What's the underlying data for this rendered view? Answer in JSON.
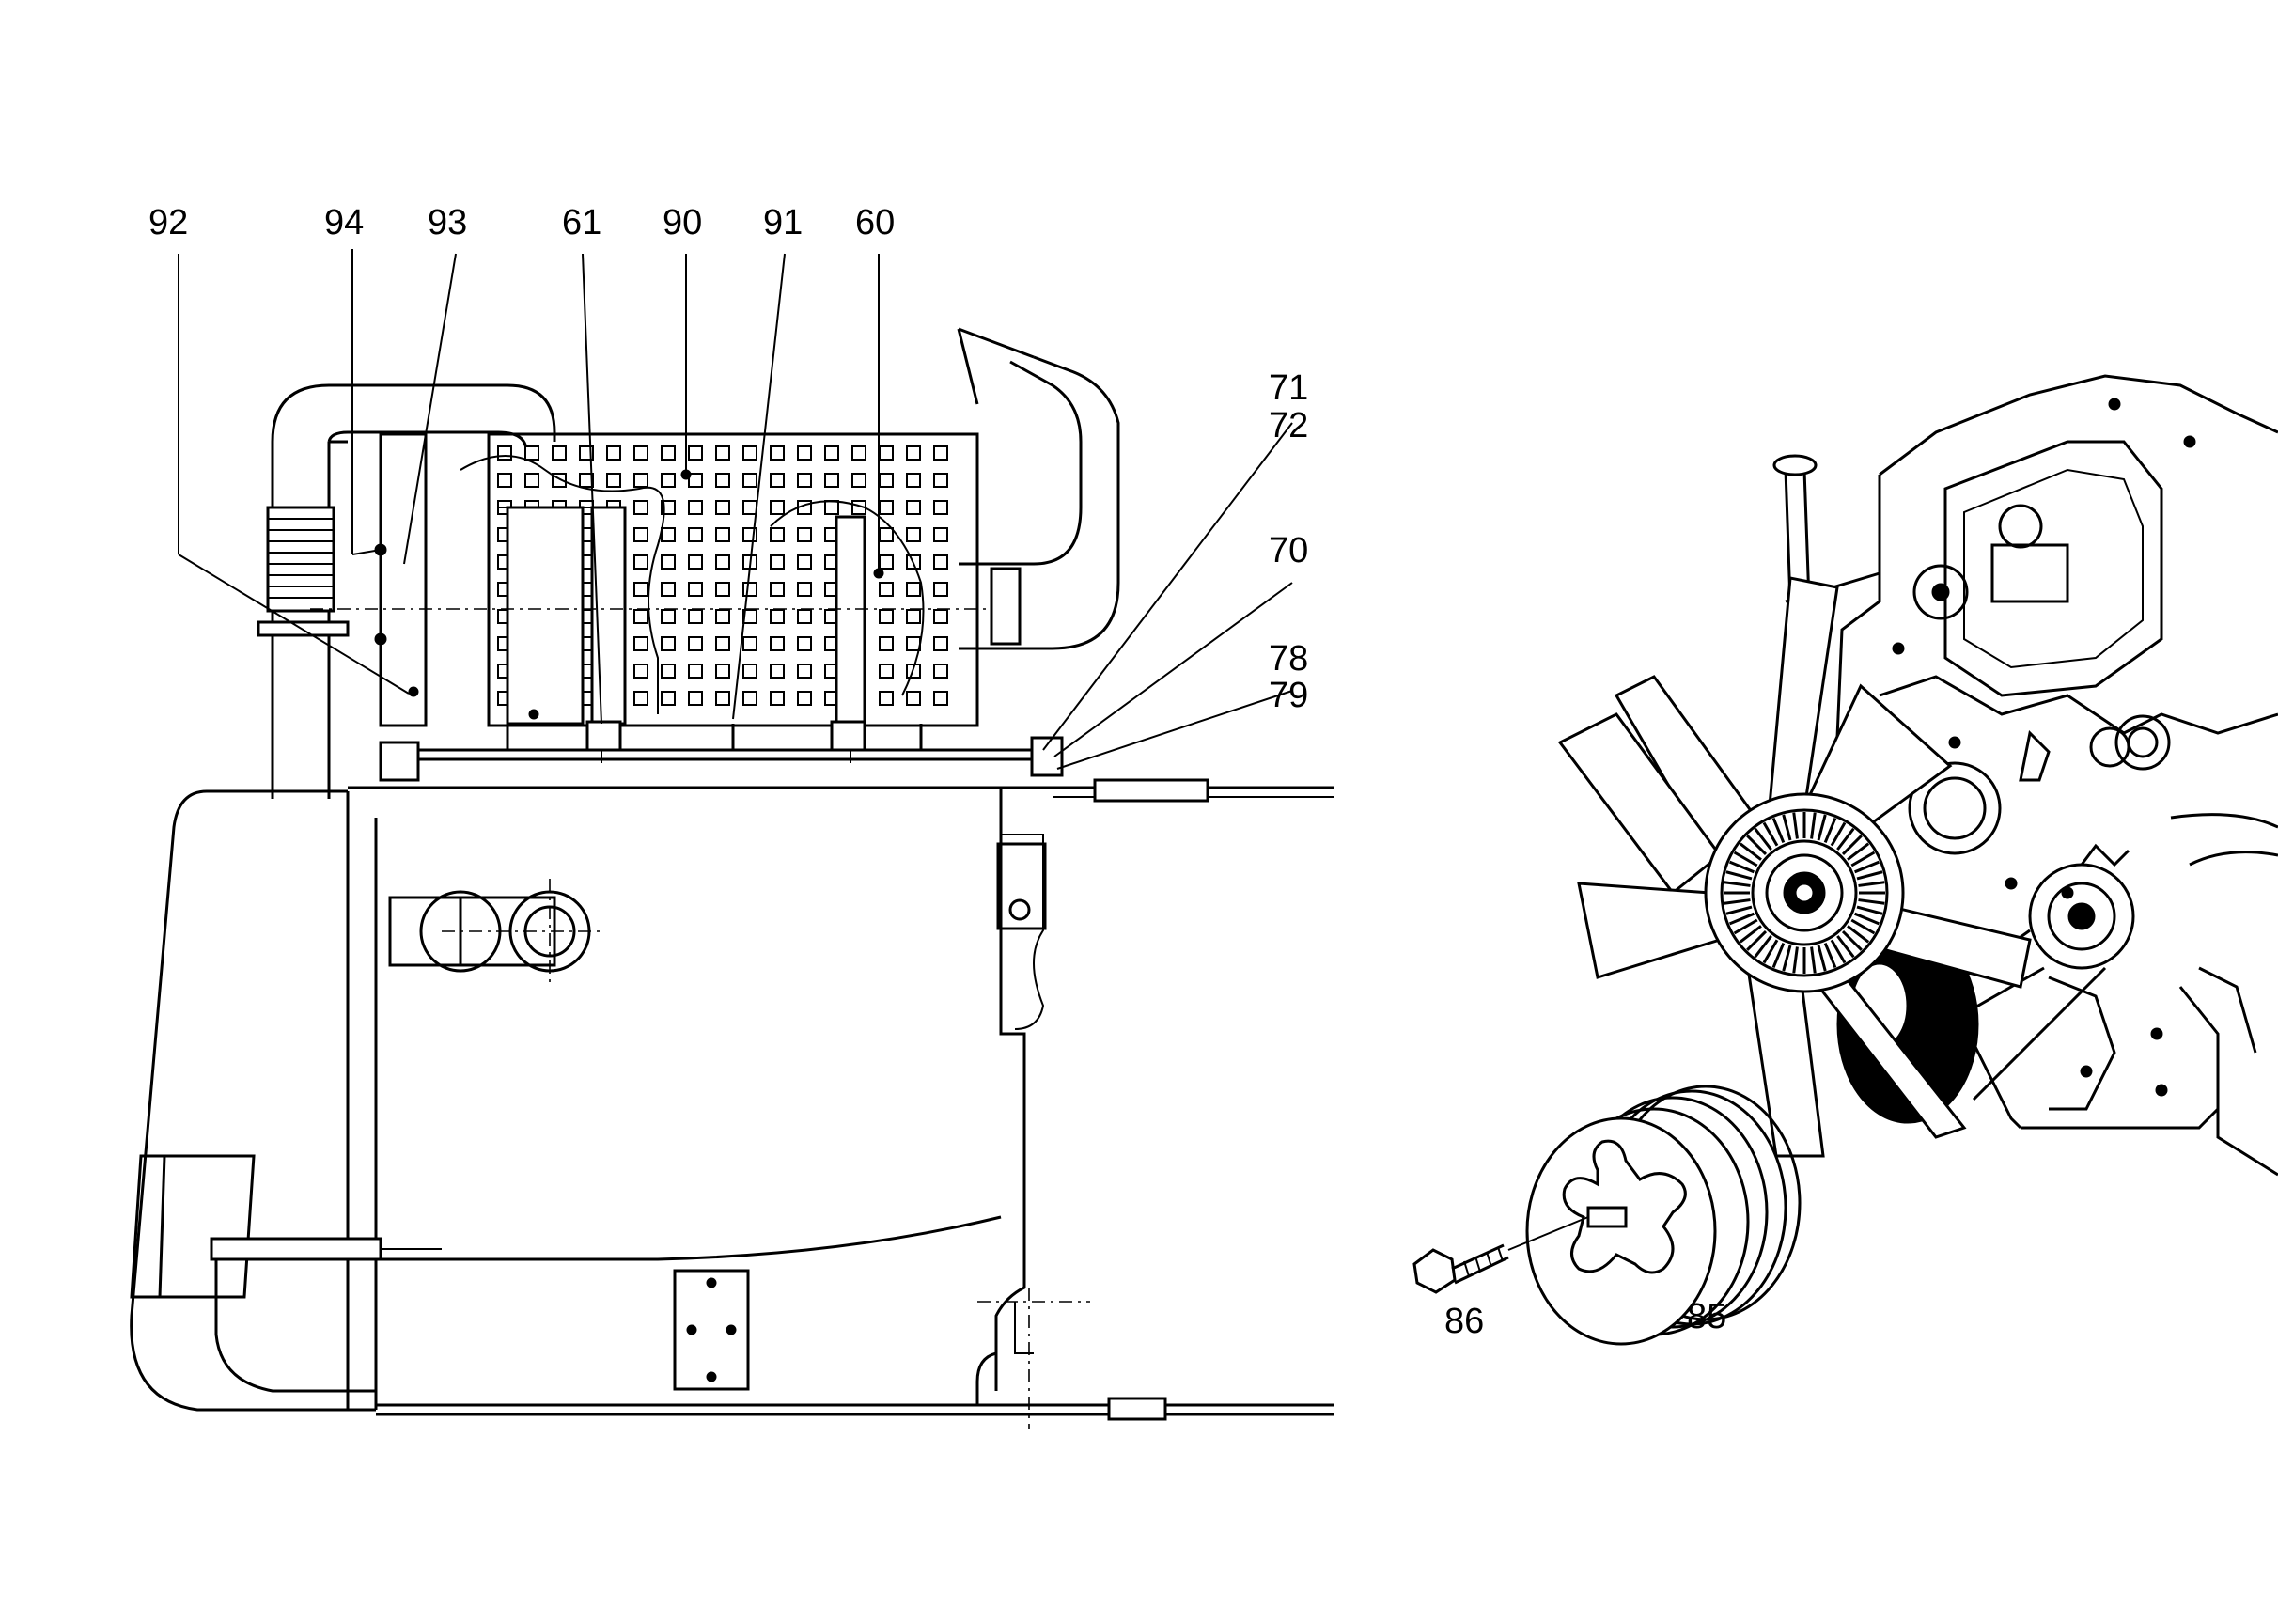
{
  "diagram": {
    "callouts": {
      "c92": "92",
      "c94": "94",
      "c93": "93",
      "c61": "61",
      "c90": "90",
      "c91": "91",
      "c60": "60",
      "c71": "71",
      "c72": "72",
      "c70": "70",
      "c78": "78",
      "c79": "79",
      "c86": "86",
      "c85": "85"
    },
    "colors": {
      "line": "#000000",
      "background": "#ffffff"
    }
  }
}
